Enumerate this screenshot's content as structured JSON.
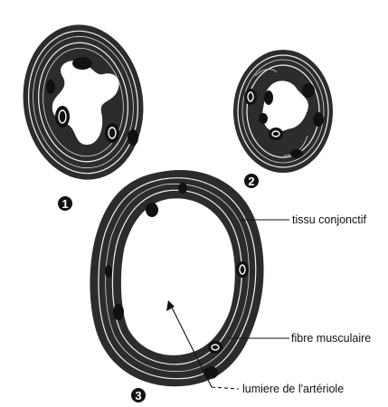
{
  "figure": {
    "vessel_1": {
      "number": "1"
    },
    "vessel_2": {
      "number": "2"
    },
    "vessel_3": {
      "number": "3"
    },
    "labels": {
      "connective_tissue": "tissu conjonctif",
      "muscle_fiber": "fibre musculaire",
      "lumen": "lumiere de l'artériole"
    }
  },
  "colors": {
    "wall": "#2c2c2c",
    "background": "#ffffff"
  }
}
